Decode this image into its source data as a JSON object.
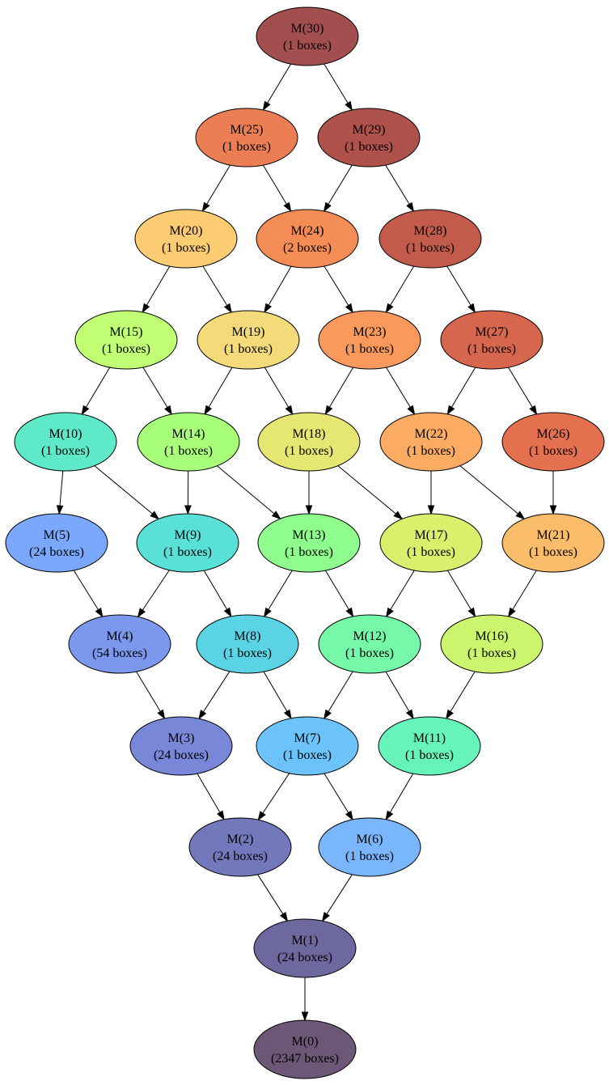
{
  "graph": {
    "nodes": [
      {
        "id": "30",
        "title": "M(30)",
        "subtitle": "(1 boxes)",
        "color": "#a34f4f"
      },
      {
        "id": "25",
        "title": "M(25)",
        "subtitle": "(1 boxes)",
        "color": "#ec7e54"
      },
      {
        "id": "29",
        "title": "M(29)",
        "subtitle": "(1 boxes)",
        "color": "#b0524c"
      },
      {
        "id": "20",
        "title": "M(20)",
        "subtitle": "(1 boxes)",
        "color": "#fbcc72"
      },
      {
        "id": "24",
        "title": "M(24)",
        "subtitle": "(2 boxes)",
        "color": "#f48c56"
      },
      {
        "id": "28",
        "title": "M(28)",
        "subtitle": "(1 boxes)",
        "color": "#c25b4b"
      },
      {
        "id": "15",
        "title": "M(15)",
        "subtitle": "(1 boxes)",
        "color": "#c1ff74"
      },
      {
        "id": "19",
        "title": "M(19)",
        "subtitle": "(1 boxes)",
        "color": "#f4da78"
      },
      {
        "id": "23",
        "title": "M(23)",
        "subtitle": "(1 boxes)",
        "color": "#fa995c"
      },
      {
        "id": "27",
        "title": "M(27)",
        "subtitle": "(1 boxes)",
        "color": "#d6674e"
      },
      {
        "id": "10",
        "title": "M(10)",
        "subtitle": "(1 boxes)",
        "color": "#5eeac9"
      },
      {
        "id": "14",
        "title": "M(14)",
        "subtitle": "(1 boxes)",
        "color": "#a8ff7a"
      },
      {
        "id": "18",
        "title": "M(18)",
        "subtitle": "(1 boxes)",
        "color": "#e6e672"
      },
      {
        "id": "22",
        "title": "M(22)",
        "subtitle": "(1 boxes)",
        "color": "#fcac62"
      },
      {
        "id": "26",
        "title": "M(26)",
        "subtitle": "(1 boxes)",
        "color": "#e5704f"
      },
      {
        "id": "5",
        "title": "M(5)",
        "subtitle": "(24 boxes)",
        "color": "#79a8fc"
      },
      {
        "id": "9",
        "title": "M(9)",
        "subtitle": "(1 boxes)",
        "color": "#59e1d7"
      },
      {
        "id": "13",
        "title": "M(13)",
        "subtitle": "(1 boxes)",
        "color": "#8efd8e"
      },
      {
        "id": "17",
        "title": "M(17)",
        "subtitle": "(1 boxes)",
        "color": "#daf06c"
      },
      {
        "id": "21",
        "title": "M(21)",
        "subtitle": "(1 boxes)",
        "color": "#fcbd6b"
      },
      {
        "id": "4",
        "title": "M(4)",
        "subtitle": "(54 boxes)",
        "color": "#7c97ee"
      },
      {
        "id": "8",
        "title": "M(8)",
        "subtitle": "(1 boxes)",
        "color": "#5ad3e4"
      },
      {
        "id": "12",
        "title": "M(12)",
        "subtitle": "(1 boxes)",
        "color": "#75f8a8"
      },
      {
        "id": "16",
        "title": "M(16)",
        "subtitle": "(1 boxes)",
        "color": "#cbf56c"
      },
      {
        "id": "3",
        "title": "M(3)",
        "subtitle": "(24 boxes)",
        "color": "#7987d8"
      },
      {
        "id": "7",
        "title": "M(7)",
        "subtitle": "(1 boxes)",
        "color": "#6cc3fa"
      },
      {
        "id": "11",
        "title": "M(11)",
        "subtitle": "(1 boxes)",
        "color": "#66f4bb"
      },
      {
        "id": "2",
        "title": "M(2)",
        "subtitle": "(24 boxes)",
        "color": "#7378bd"
      },
      {
        "id": "6",
        "title": "M(6)",
        "subtitle": "(1 boxes)",
        "color": "#79b6fc"
      },
      {
        "id": "1",
        "title": "M(1)",
        "subtitle": "(24 boxes)",
        "color": "#6d689e"
      },
      {
        "id": "0",
        "title": "M(0)",
        "subtitle": "(2347 boxes)",
        "color": "#6c5776"
      }
    ],
    "edges": [
      [
        "30",
        "25"
      ],
      [
        "30",
        "29"
      ],
      [
        "25",
        "20"
      ],
      [
        "25",
        "24"
      ],
      [
        "29",
        "24"
      ],
      [
        "29",
        "28"
      ],
      [
        "20",
        "15"
      ],
      [
        "20",
        "19"
      ],
      [
        "24",
        "19"
      ],
      [
        "24",
        "23"
      ],
      [
        "28",
        "23"
      ],
      [
        "28",
        "27"
      ],
      [
        "15",
        "10"
      ],
      [
        "15",
        "14"
      ],
      [
        "19",
        "14"
      ],
      [
        "19",
        "18"
      ],
      [
        "23",
        "18"
      ],
      [
        "23",
        "22"
      ],
      [
        "27",
        "22"
      ],
      [
        "27",
        "26"
      ],
      [
        "10",
        "5"
      ],
      [
        "10",
        "9"
      ],
      [
        "14",
        "9"
      ],
      [
        "14",
        "13"
      ],
      [
        "18",
        "13"
      ],
      [
        "18",
        "17"
      ],
      [
        "22",
        "17"
      ],
      [
        "22",
        "21"
      ],
      [
        "26",
        "21"
      ],
      [
        "5",
        "4"
      ],
      [
        "9",
        "4"
      ],
      [
        "9",
        "8"
      ],
      [
        "13",
        "8"
      ],
      [
        "13",
        "12"
      ],
      [
        "17",
        "12"
      ],
      [
        "17",
        "16"
      ],
      [
        "21",
        "16"
      ],
      [
        "4",
        "3"
      ],
      [
        "8",
        "3"
      ],
      [
        "8",
        "7"
      ],
      [
        "12",
        "7"
      ],
      [
        "12",
        "11"
      ],
      [
        "16",
        "11"
      ],
      [
        "3",
        "2"
      ],
      [
        "7",
        "2"
      ],
      [
        "7",
        "6"
      ],
      [
        "11",
        "6"
      ],
      [
        "2",
        "1"
      ],
      [
        "6",
        "1"
      ],
      [
        "1",
        "0"
      ]
    ]
  }
}
